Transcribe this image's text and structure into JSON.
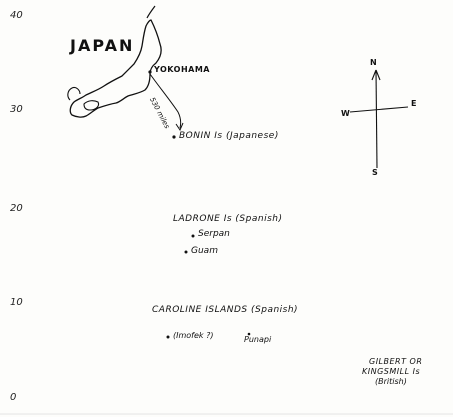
{
  "map": {
    "latitude_labels": [
      "40",
      "30",
      "20",
      "10",
      "0"
    ],
    "country_label": "JAPAN",
    "port_label": "YOKOHAMA",
    "distance_label": "530 miles",
    "islands": {
      "bonin": "BONIN Is (Japanese)",
      "ladrone": "LADRONE Is (Spanish)",
      "serpan": "Serpan",
      "guam": "Guam",
      "caroline": "CAROLINE ISLANDS (Spanish)",
      "imofek": "(Imofek ?)",
      "punapi": "Punapi",
      "gilbert_line1": "GILBERT OR",
      "gilbert_line2": "KINGSMILL Is",
      "gilbert_line3": "(British)"
    },
    "compass": {
      "n": "N",
      "s": "S",
      "e": "E",
      "w": "W"
    }
  }
}
